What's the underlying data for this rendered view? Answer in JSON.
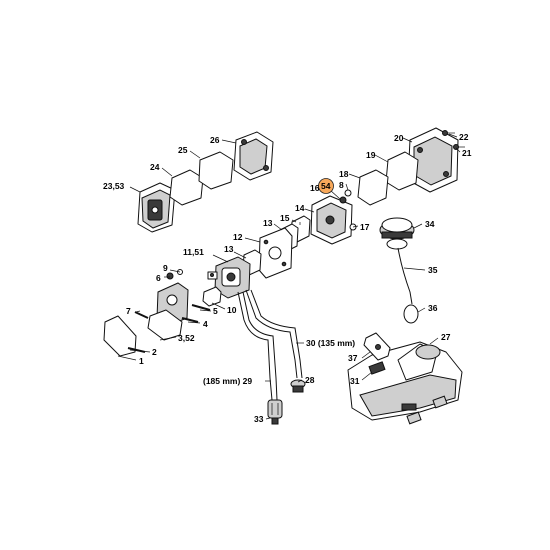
{
  "diagram": {
    "highlight_color": "#f7a85a",
    "highlighted_label": "54",
    "labels": {
      "l1": "1",
      "l2": "2",
      "l352": "3,52",
      "l4": "4",
      "l5": "5",
      "l6": "6",
      "l7": "7",
      "l8": "8",
      "l9": "9",
      "l10": "10",
      "l1151": "11,51",
      "l12": "12",
      "l13a": "13",
      "l13b": "13",
      "l14": "14",
      "l15": "15",
      "l16": "16",
      "l54": "54",
      "l17": "17",
      "l18": "18",
      "l19": "19",
      "l20": "20",
      "l21": "21",
      "l22": "22",
      "l2353": "23,53",
      "l24": "24",
      "l25": "25",
      "l26": "26",
      "l27": "27",
      "l28": "28",
      "l29": "(185 mm) 29",
      "l30": "30 (135 mm)",
      "l31": "31",
      "l33": "33",
      "l34": "34",
      "l35": "35",
      "l36": "36",
      "l37": "37"
    }
  }
}
